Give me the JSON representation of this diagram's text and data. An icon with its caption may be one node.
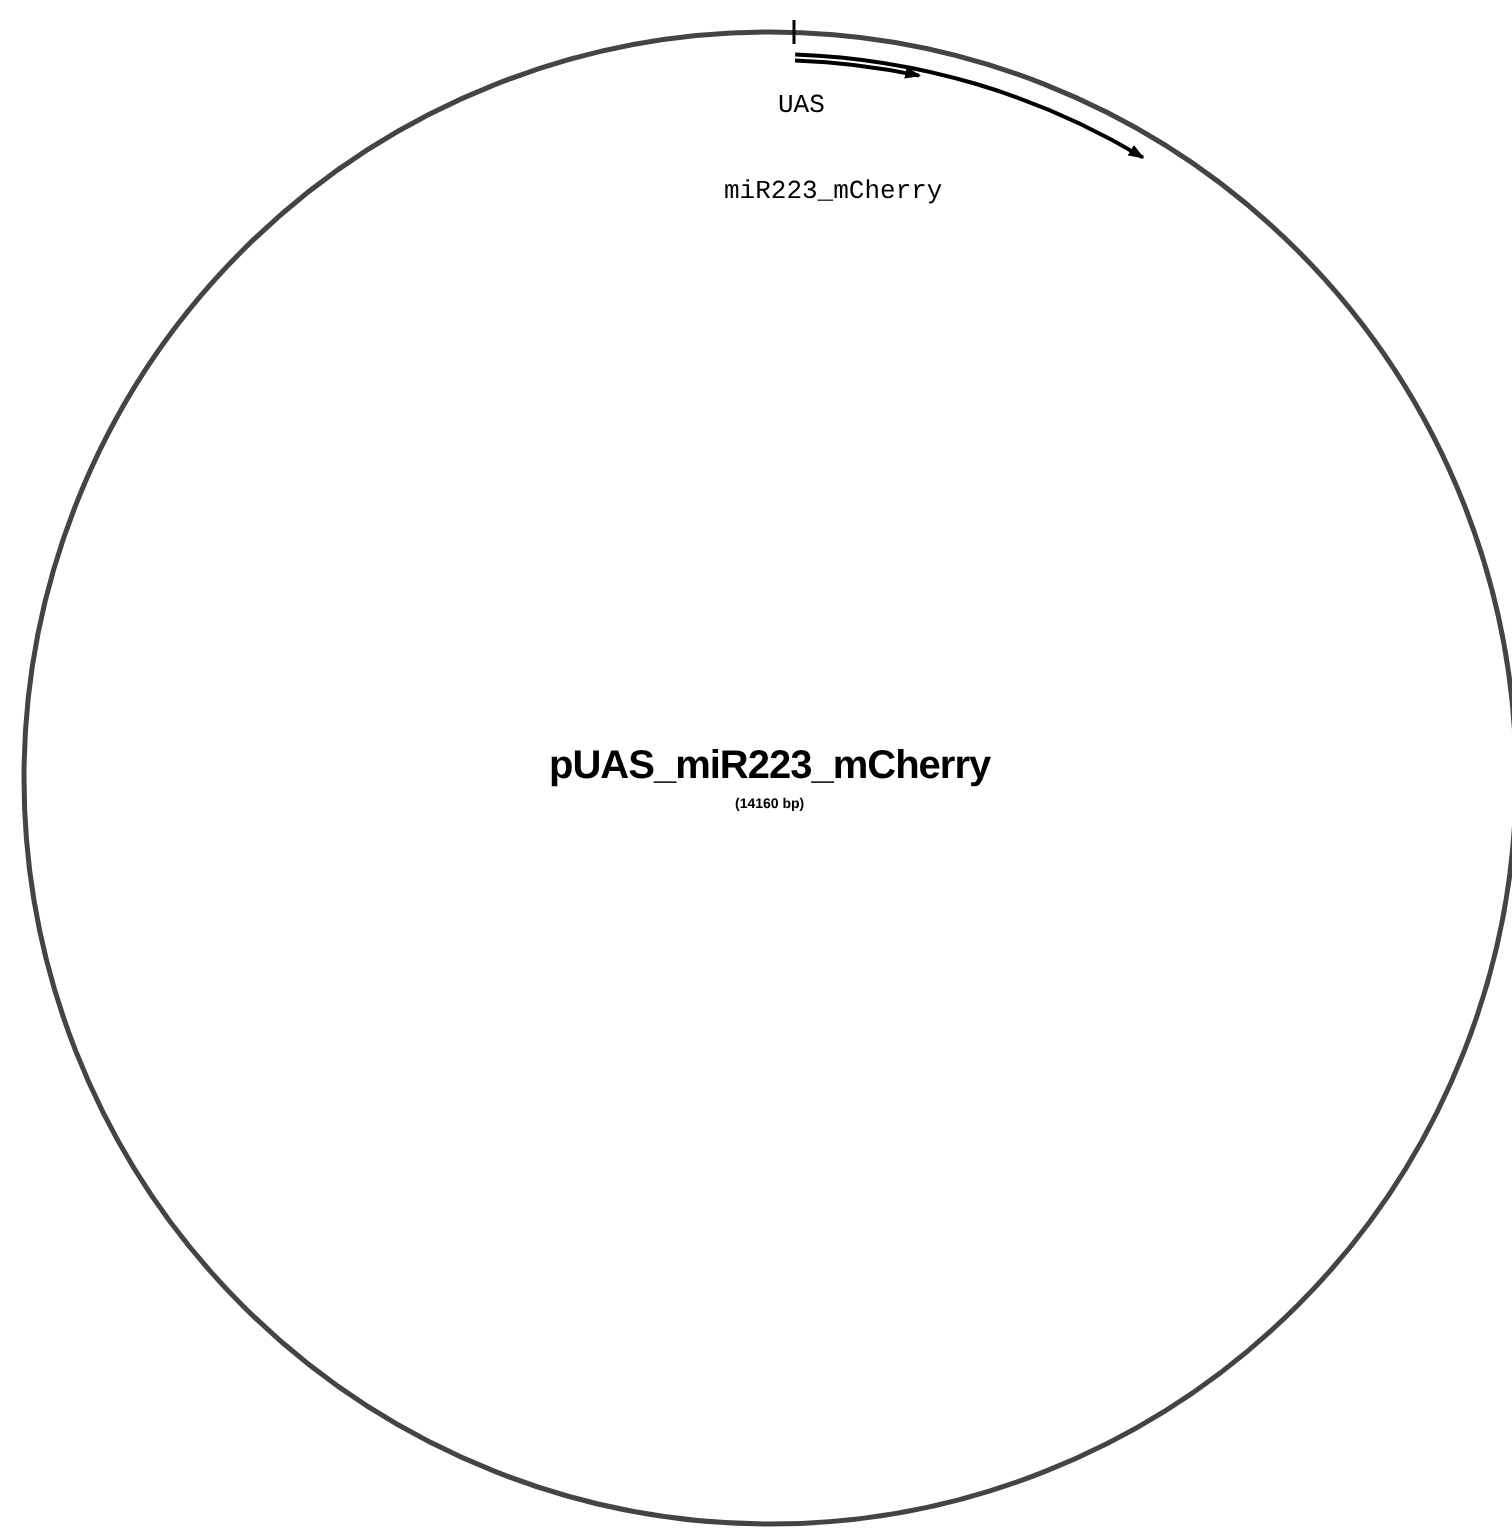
{
  "diagram": {
    "title": "pUAS_miR223_mCherry",
    "labels": [
      "(14160 bp)",
      "UAS",
      "miR223_mCherry"
    ]
  }
}
